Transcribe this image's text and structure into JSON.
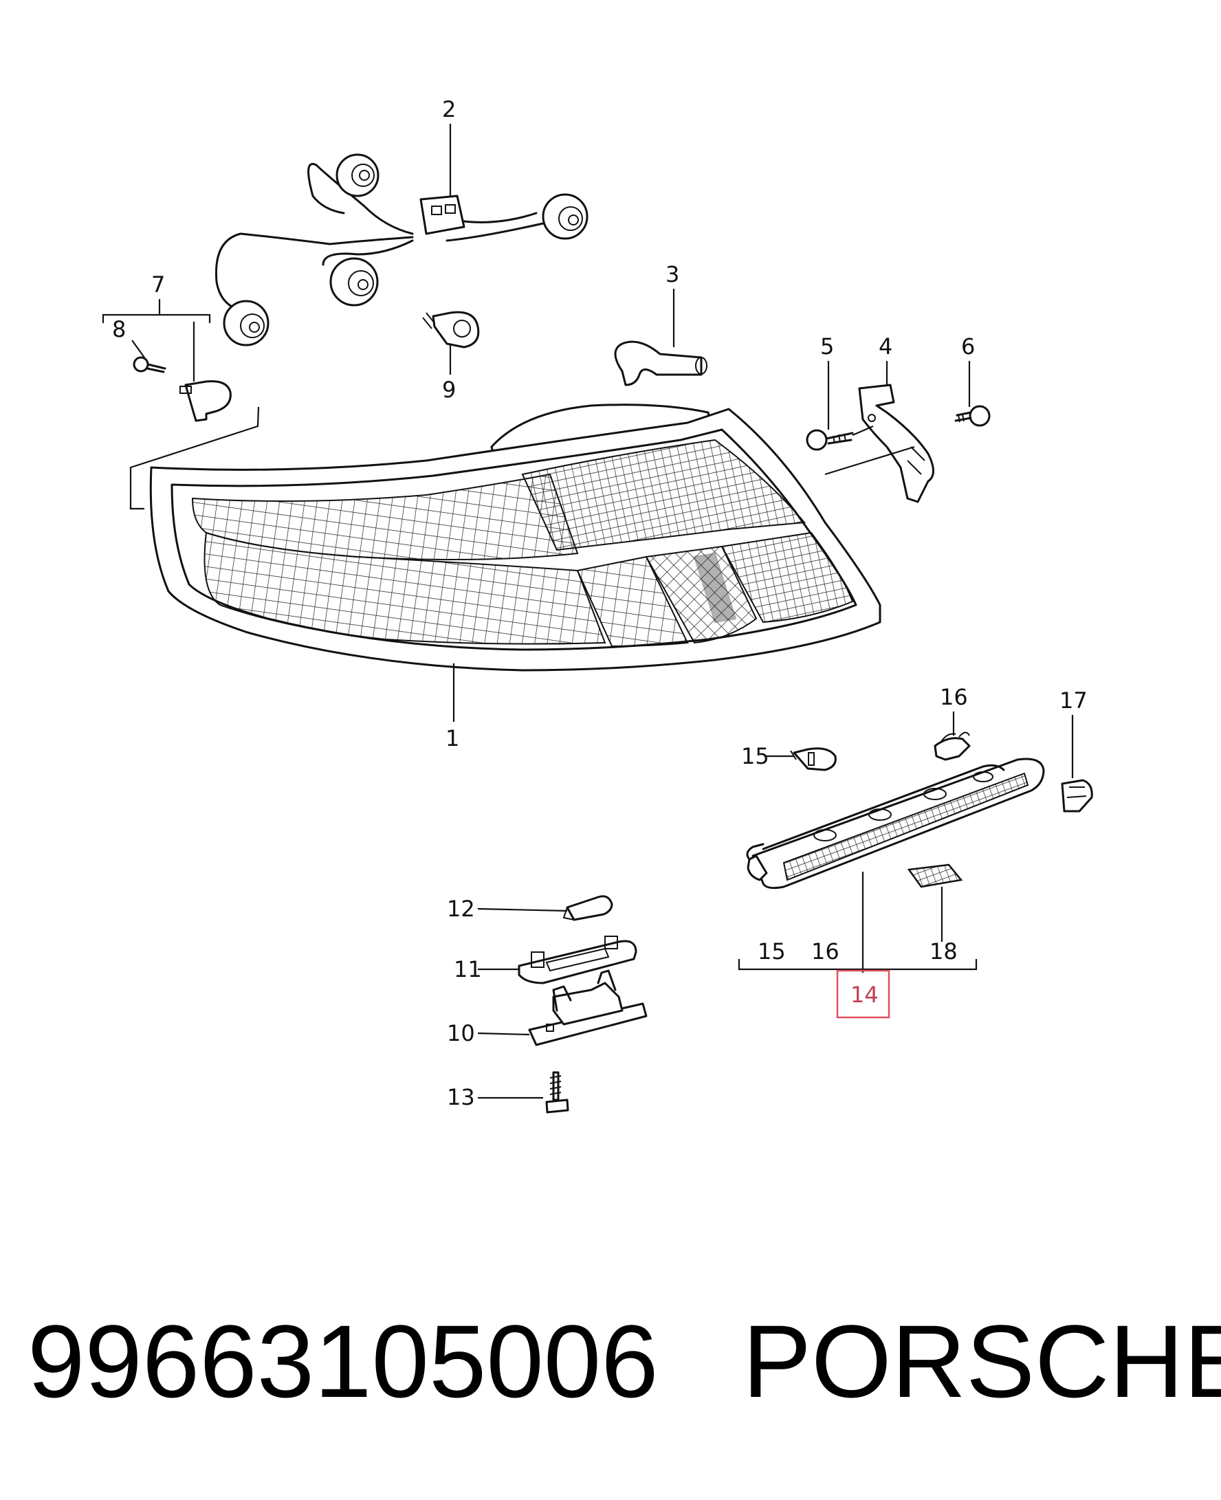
{
  "diagram": {
    "callouts": {
      "c1": "1",
      "c2": "2",
      "c3": "3",
      "c4": "4",
      "c5": "5",
      "c6": "6",
      "c7": "7",
      "c8": "8",
      "c9": "9",
      "c10": "10",
      "c11": "11",
      "c12": "12",
      "c13": "13",
      "c14": "14",
      "c15": "15",
      "c15b": "15",
      "c16": "16",
      "c16b": "16",
      "c17": "17",
      "c18": "18"
    },
    "highlight_color": "#e05060"
  },
  "footer": {
    "part_number": "99663105006",
    "brand": "PORSCHE"
  }
}
